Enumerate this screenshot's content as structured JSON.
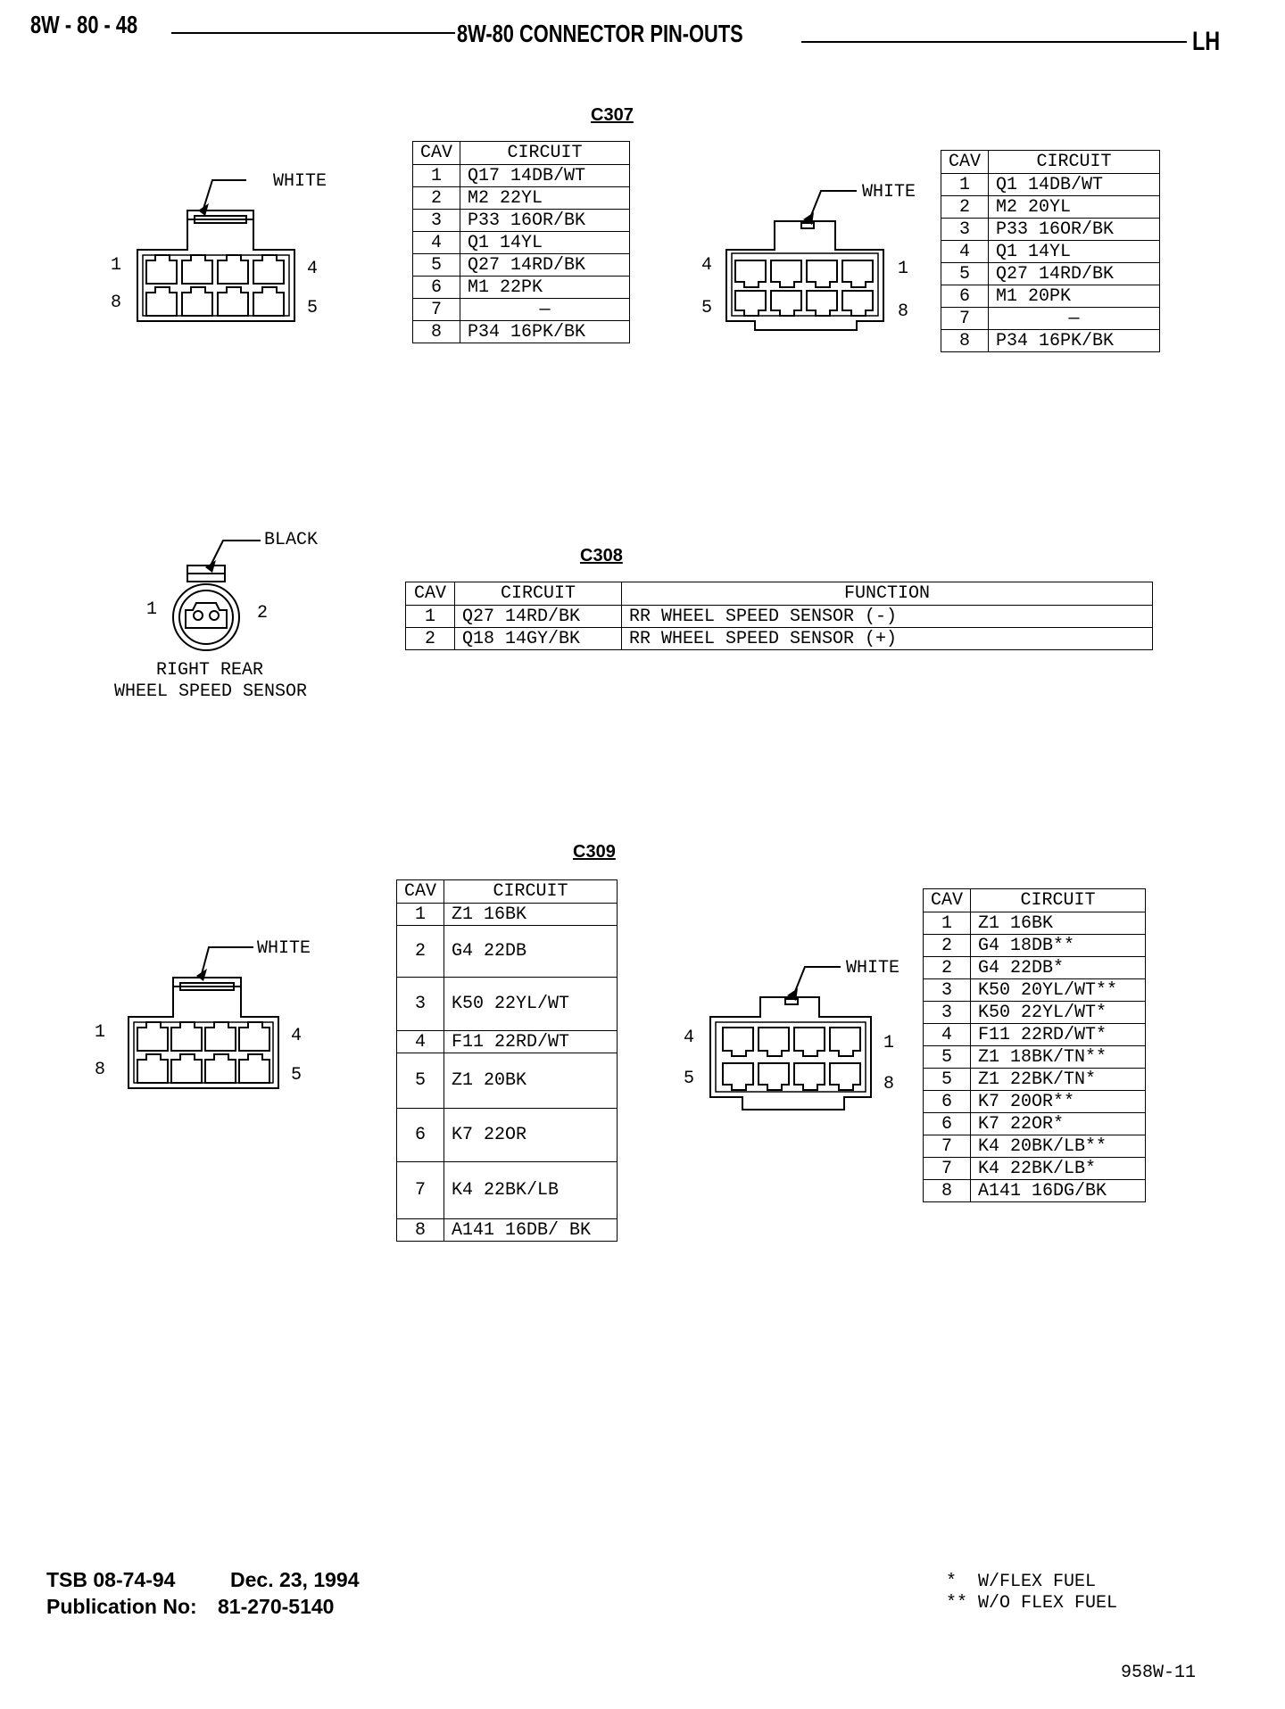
{
  "header": {
    "page_id": "8W - 80 - 48",
    "title": "8W-80 CONNECTOR PIN-OUTS",
    "side": "LH"
  },
  "c307": {
    "title": "C307",
    "left_connector": {
      "color": "WHITE",
      "pins": {
        "tl": "1",
        "tr": "4",
        "bl": "8",
        "br": "5"
      }
    },
    "right_connector": {
      "color": "WHITE",
      "pins": {
        "tl": "4",
        "tr": "1",
        "bl": "5",
        "br": "8"
      }
    },
    "table_a": {
      "headers": [
        "CAV",
        "CIRCUIT"
      ],
      "rows": [
        [
          "1",
          "Q17 14DB/WT"
        ],
        [
          "2",
          "M2 22YL"
        ],
        [
          "3",
          "P33 16OR/BK"
        ],
        [
          "4",
          "Q1 14YL"
        ],
        [
          "5",
          "Q27 14RD/BK"
        ],
        [
          "6",
          "M1 22PK"
        ],
        [
          "7",
          "—"
        ],
        [
          "8",
          "P34 16PK/BK"
        ]
      ]
    },
    "table_b": {
      "headers": [
        "CAV",
        "CIRCUIT"
      ],
      "rows": [
        [
          "1",
          "Q1 14DB/WT"
        ],
        [
          "2",
          "M2 20YL"
        ],
        [
          "3",
          "P33 16OR/BK"
        ],
        [
          "4",
          "Q1 14YL"
        ],
        [
          "5",
          "Q27 14RD/BK"
        ],
        [
          "6",
          "M1 20PK"
        ],
        [
          "7",
          "—"
        ],
        [
          "8",
          "P34 16PK/BK"
        ]
      ]
    }
  },
  "c308": {
    "title": "C308",
    "connector": {
      "color": "BLACK",
      "pin_left": "1",
      "pin_right": "2",
      "caption_line1": "RIGHT REAR",
      "caption_line2": "WHEEL SPEED SENSOR"
    },
    "table": {
      "headers": [
        "CAV",
        "CIRCUIT",
        "FUNCTION"
      ],
      "rows": [
        [
          "1",
          "Q27 14RD/BK",
          "RR WHEEL SPEED SENSOR (-)"
        ],
        [
          "2",
          "Q18 14GY/BK",
          "RR WHEEL SPEED SENSOR (+)"
        ]
      ]
    }
  },
  "c309": {
    "title": "C309",
    "left_connector": {
      "color": "WHITE",
      "pins": {
        "tl": "1",
        "tr": "4",
        "bl": "8",
        "br": "5"
      }
    },
    "right_connector": {
      "color": "WHITE",
      "pins": {
        "tl": "4",
        "tr": "1",
        "bl": "5",
        "br": "8"
      }
    },
    "table_a": {
      "headers": [
        "CAV",
        "CIRCUIT"
      ],
      "rows": [
        [
          "1",
          "Z1 16BK"
        ],
        [
          "2",
          "G4 22DB"
        ],
        [
          "3",
          "K50 22YL/WT"
        ],
        [
          "4",
          "F11 22RD/WT"
        ],
        [
          "5",
          "Z1 20BK"
        ],
        [
          "6",
          "K7 22OR"
        ],
        [
          "7",
          "K4 22BK/LB"
        ],
        [
          "8",
          "A141 16DB/ BK"
        ]
      ]
    },
    "table_b": {
      "headers": [
        "CAV",
        "CIRCUIT"
      ],
      "rows": [
        [
          "1",
          "Z1 16BK"
        ],
        [
          "2",
          "G4 18DB**"
        ],
        [
          "2",
          "G4 22DB*"
        ],
        [
          "3",
          "K50 20YL/WT**"
        ],
        [
          "3",
          "K50 22YL/WT*"
        ],
        [
          "4",
          "F11 22RD/WT*"
        ],
        [
          "5",
          "Z1 18BK/TN**"
        ],
        [
          "5",
          "Z1 22BK/TN*"
        ],
        [
          "6",
          "K7 20OR**"
        ],
        [
          "6",
          "K7 22OR*"
        ],
        [
          "7",
          "K4 20BK/LB**"
        ],
        [
          "7",
          "K4 22BK/LB*"
        ],
        [
          "8",
          "A141 16DG/BK"
        ]
      ]
    }
  },
  "footer": {
    "tsb": "TSB 08-74-94",
    "date": "Dec. 23, 1994",
    "pub_label": "Publication No:",
    "pub_number": "81-270-5140",
    "note1": "*  W/FLEX FUEL",
    "note2": "** W/O FLEX FUEL",
    "figure_id": "958W-11"
  }
}
